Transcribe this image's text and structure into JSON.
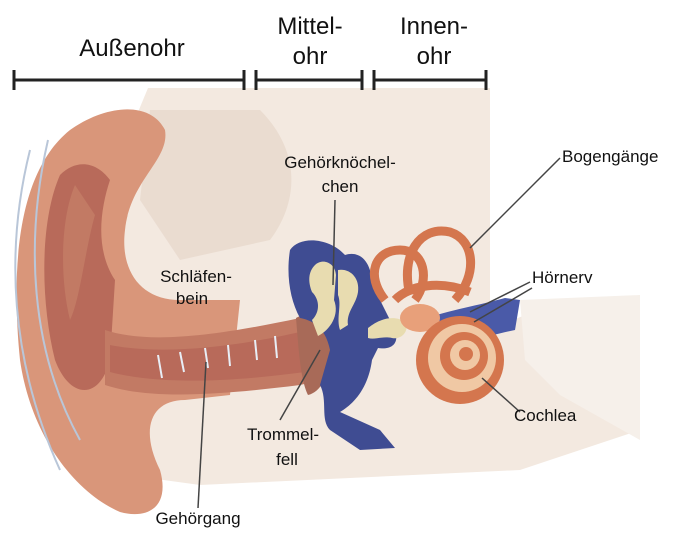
{
  "sections": {
    "outer": "Außenohr",
    "middle": [
      "Mittel-",
      "ohr"
    ],
    "inner": [
      "Innen-",
      "ohr"
    ]
  },
  "labels": {
    "temporal_bone": [
      "Schläfen-",
      "bein"
    ],
    "ossicles": [
      "Gehörknöchel-",
      "chen"
    ],
    "semicircular_canals": "Bogengänge",
    "auditory_nerve": "Hörnerv",
    "cochlea": "Cochlea",
    "eardrum": [
      "Trommel-",
      "fell"
    ],
    "ear_canal": "Gehörgang"
  },
  "colors": {
    "bone": "#f2e6dc",
    "skin": "#d9967a",
    "skin_dark": "#c27a64",
    "canal": "#b86a5a",
    "middle_ear": "#3f4c92",
    "ossicles": "#e8dcb0",
    "inner_ear": "#d4764e",
    "inner_ear_light": "#f0c8a4",
    "nerve": "#4a5aa8",
    "lines": "#222222"
  }
}
